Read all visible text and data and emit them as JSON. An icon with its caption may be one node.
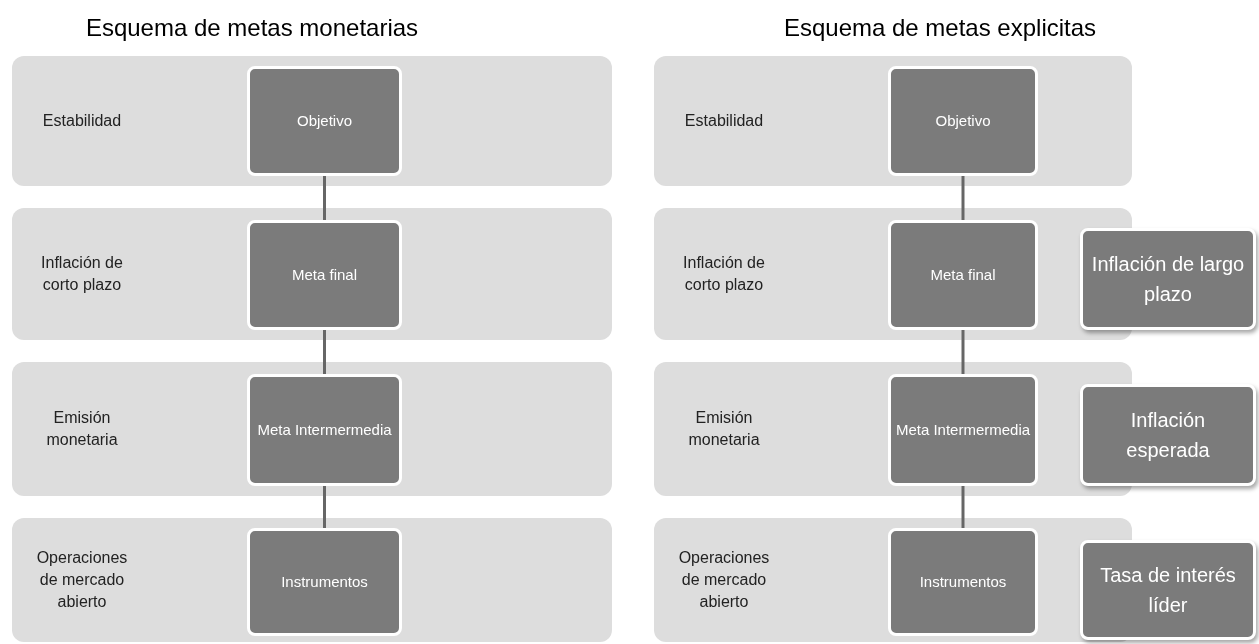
{
  "diagram": {
    "nodes": [
      {
        "text": [
          "Estabilidad"
        ]
      },
      {
        "text": [
          "Objetivo"
        ],
        "in": 0
      },
      {
        "text": [
          "Inflación de corto plazo"
        ]
      },
      {
        "text": [
          "Meta final"
        ],
        "in": 2
      },
      {
        "text": [
          "Emisión monetaria"
        ]
      },
      {
        "text": [
          "Meta Intermermedia"
        ],
        "in": 4
      },
      {
        "text": [
          "Operaciones de mercado abierto"
        ]
      },
      {
        "text": [
          "Instrumentos"
        ],
        "in": 6
      },
      {
        "text": [
          "Estabilidad"
        ]
      },
      {
        "text": [
          "Objetivo"
        ],
        "in": 8
      },
      {
        "text": [
          "Inflación de corto plazo"
        ]
      },
      {
        "text": [
          "Meta final"
        ],
        "in": 10
      },
      {
        "text": [
          "Inflación de largo plazo"
        ]
      },
      {
        "text": [
          "Emisión monetaria"
        ]
      },
      {
        "text": [
          "Meta Intermermedia"
        ],
        "in": 13
      },
      {
        "text": [
          "Inflación esperada"
        ]
      },
      {
        "text": [
          "Operaciones de mercado abierto"
        ]
      },
      {
        "text": [
          "Instrumentos"
        ],
        "in": 16
      },
      {
        "text": [
          "Tasa de interés líder"
        ]
      }
    ],
    "edges": [
      {
        "from": 1,
        "to": 3,
        "arrow": "none"
      },
      {
        "from": 3,
        "to": 5,
        "arrow": "none"
      },
      {
        "from": 5,
        "to": 7,
        "arrow": "none"
      },
      {
        "from": 9,
        "to": 11,
        "arrow": "none"
      },
      {
        "from": 11,
        "to": 14,
        "arrow": "none"
      },
      {
        "from": 14,
        "to": 17,
        "arrow": "none"
      }
    ],
    "labels": [
      "Esquema de metas monetarias",
      "Esquema de metas explicitas"
    ]
  }
}
